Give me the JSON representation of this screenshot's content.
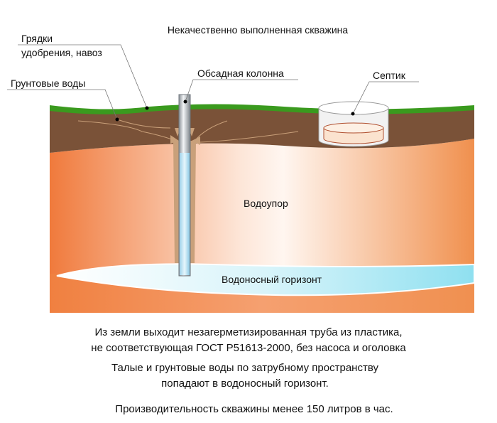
{
  "title": "Некачественно выполненная скважина",
  "labels": {
    "beds_line1": "Грядки",
    "beds_line2": "удобрения, навоз",
    "groundwater": "Грунтовые воды",
    "casing": "Обсадная колонна",
    "septic": "Септик",
    "aquitard": "Водоупор",
    "aquifer": "Водоносный горизонт"
  },
  "captions": [
    "Из земли выходит незагерметизированная труба из пластика,",
    "не соответствующая ГОСТ Р51613-2000, без насоса и оголовка",
    "Талые и грунтовые воды по затрубному пространству",
    "попадают в водоносный горизонт.",
    "Производительность скважины менее 150 литров в час."
  ],
  "colors": {
    "grass": "#3a9a1e",
    "soil": "#7a5238",
    "clay": "#f08a4e",
    "aquifer": "#9fe3f0",
    "pipe": "#c8ccd0"
  }
}
